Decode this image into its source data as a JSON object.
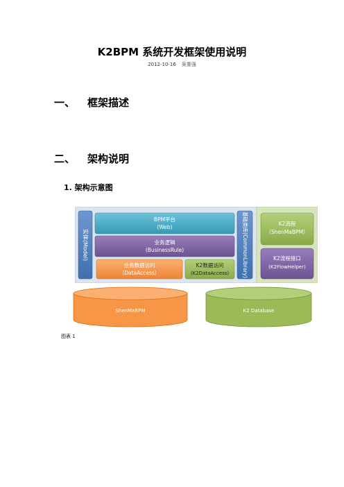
{
  "doc": {
    "title": "K2BPM 系统开发框架使用说明",
    "date": "2012-10-16",
    "author": "吴重强",
    "section1": {
      "num": "一、",
      "title": "框架描述"
    },
    "section2": {
      "num": "二、",
      "title": "架构说明"
    },
    "subsection": "1. 架构示意图",
    "caption": "图表 1"
  },
  "diagram": {
    "model_label": "实体(Model)",
    "common_label": "基础类库(CommonLibrary)",
    "web": {
      "line1": "BPM平台",
      "line2": "(Web)"
    },
    "rule": {
      "line1": "业务逻辑",
      "line2": "(BusinessRule)"
    },
    "dal": {
      "line1": "业务数据访问",
      "line2": "（DataAccess）"
    },
    "k2dal": {
      "line1": "K2数据访问",
      "line2": "(K2DataAccess)"
    },
    "k2flow": {
      "line1": "K2流程",
      "line2": "（ShenMaBPM）"
    },
    "k2helper": {
      "line1": "K2流程接口",
      "line2": "(K2FlowHelper)"
    },
    "db1": "ShenMaBPM",
    "db2": "K2 Database",
    "colors": {
      "blue": "#4a7ebb",
      "teal": "#4bacc6",
      "purple": "#8064a2",
      "orange": "#f79646",
      "green": "#9bbb59",
      "panel_blue": "#dbe5f1",
      "panel_green": "#d7e4bd"
    }
  }
}
